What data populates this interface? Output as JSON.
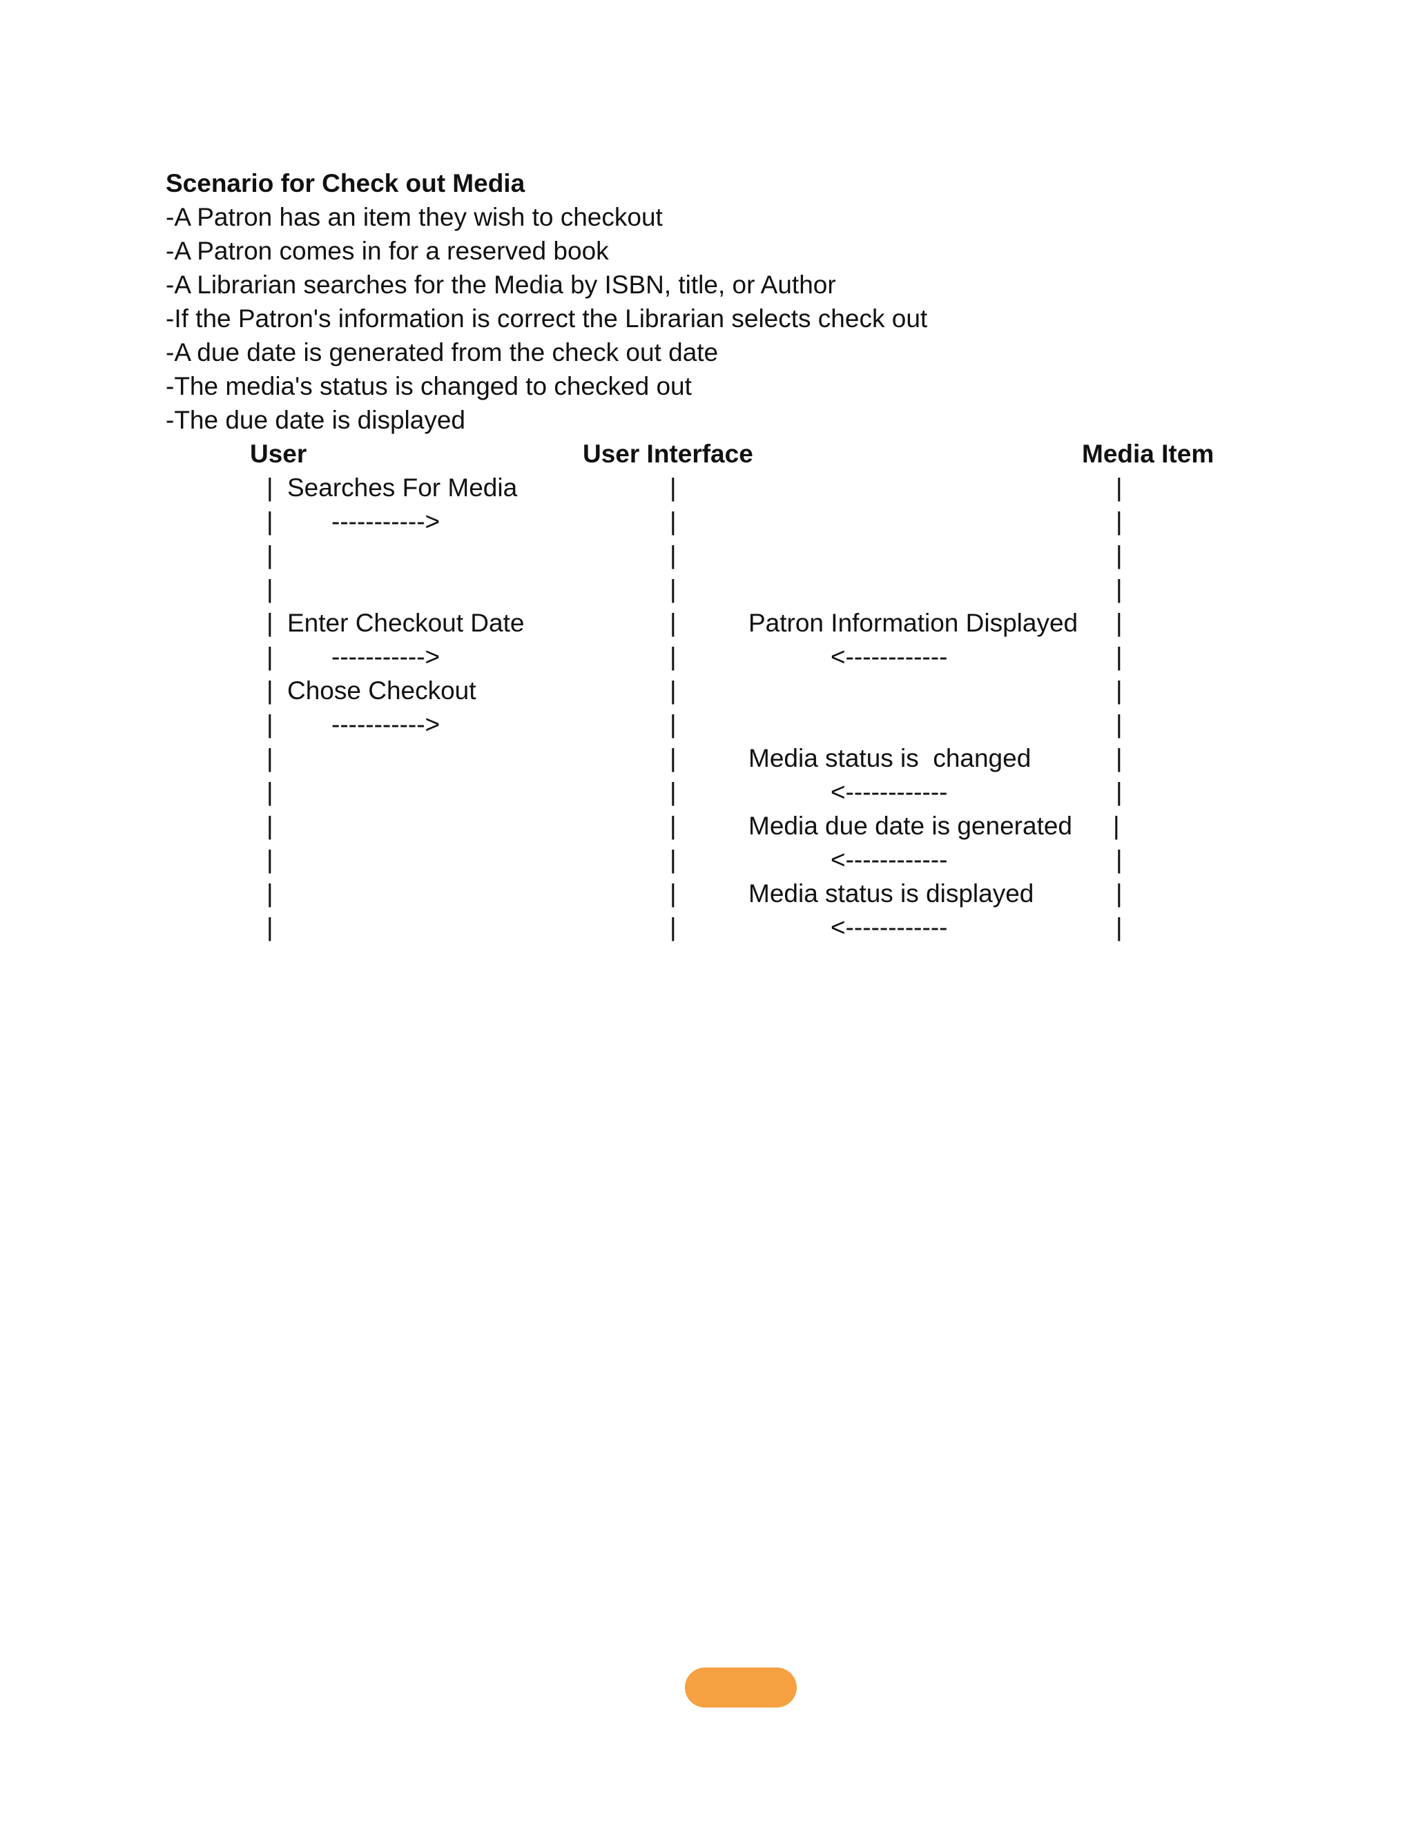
{
  "document": {
    "title": "Scenario for Check out Media",
    "steps": [
      "-A Patron has an item they wish to checkout",
      "-A Patron comes in for a reserved book",
      "-A Librarian searches for the Media by ISBN, title, or Author",
      "-If the Patron's information is correct the Librarian selects check out",
      "-A due date is generated from the check out date",
      "-The media's status is changed to checked out",
      "-The due date is displayed"
    ]
  },
  "diagram": {
    "lifelines": {
      "user": "User",
      "ui": "User Interface",
      "media": "Media Item"
    },
    "lifeline_glyph": "|",
    "user_messages": [
      "Searches For Media",
      "----------->",
      "Enter Checkout Date",
      "----------->",
      "Chose Checkout",
      "----------->"
    ],
    "media_messages": [
      "Patron Information Displayed",
      "<------------",
      "Media status is  changed",
      "<------------",
      "Media due date is generated",
      "<------------",
      "Media status is displayed",
      "<------------"
    ]
  },
  "colors": {
    "page_marker": "#f5a141"
  }
}
